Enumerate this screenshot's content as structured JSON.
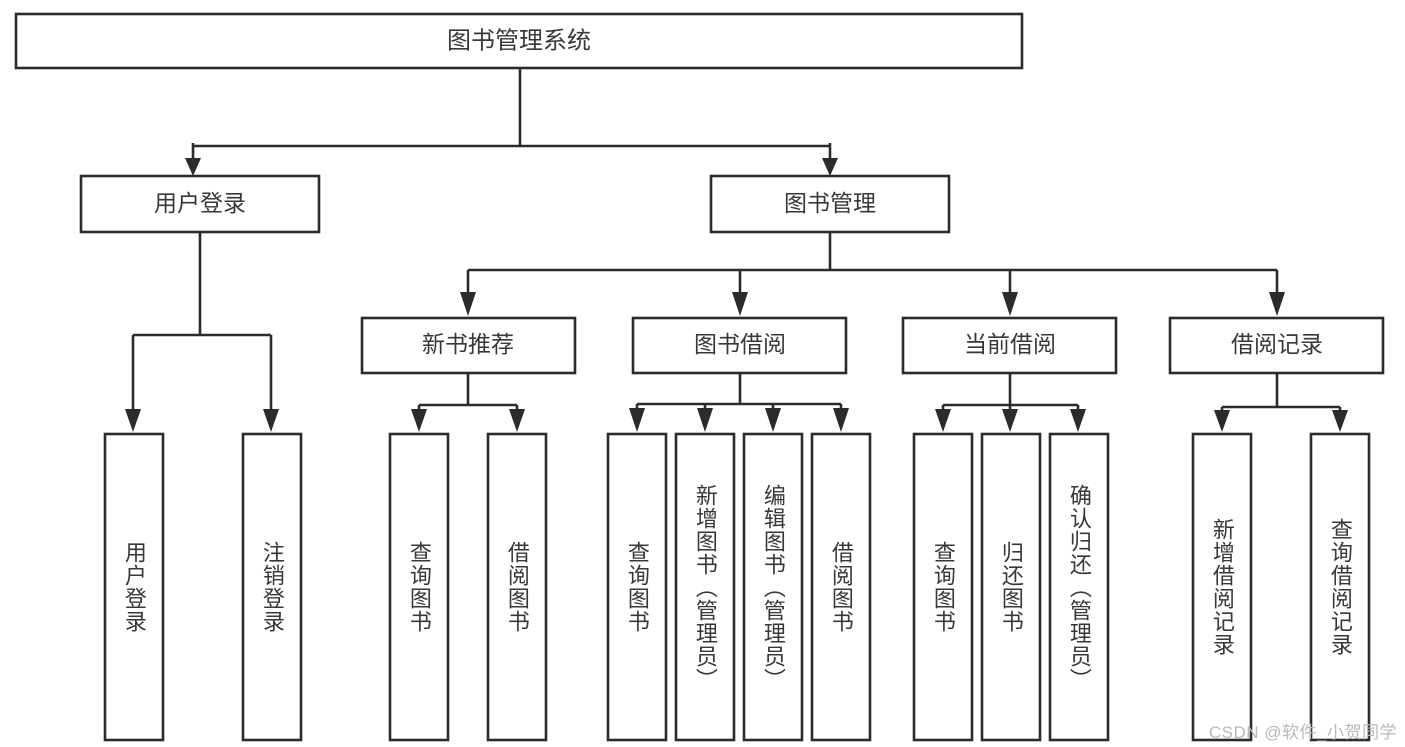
{
  "diagram": {
    "title": "图书管理系统",
    "type": "tree-hierarchy-diagram",
    "root": {
      "id": "root",
      "label": "图书管理系统"
    },
    "level2": [
      {
        "id": "user-login",
        "label": "用户登录"
      },
      {
        "id": "book-management",
        "label": "图书管理"
      }
    ],
    "level3": [
      {
        "id": "new-book-recommend",
        "label": "新书推荐",
        "parent": "book-management"
      },
      {
        "id": "book-borrow",
        "label": "图书借阅",
        "parent": "book-management"
      },
      {
        "id": "current-borrow",
        "label": "当前借阅",
        "parent": "book-management"
      },
      {
        "id": "borrow-record",
        "label": "借阅记录",
        "parent": "book-management"
      }
    ],
    "leaves": {
      "user_login": [
        {
          "id": "leaf-user-login",
          "label": "用户登录"
        },
        {
          "id": "leaf-user-logout",
          "label": "注销登录"
        }
      ],
      "new_book_recommend": [
        {
          "id": "leaf-query-book-1",
          "label": "查询图书"
        },
        {
          "id": "leaf-borrow-book-1",
          "label": "借阅图书"
        }
      ],
      "book_borrow": [
        {
          "id": "leaf-query-book-2",
          "label": "查询图书"
        },
        {
          "id": "leaf-add-book",
          "label": "新增图书（管理员）"
        },
        {
          "id": "leaf-edit-book",
          "label": "编辑图书（管理员）"
        },
        {
          "id": "leaf-borrow-book-2",
          "label": "借阅图书"
        }
      ],
      "current_borrow": [
        {
          "id": "leaf-query-book-3",
          "label": "查询图书"
        },
        {
          "id": "leaf-return-book",
          "label": "归还图书"
        },
        {
          "id": "leaf-confirm-return",
          "label": "确认归还（管理员）"
        }
      ],
      "borrow_record": [
        {
          "id": "leaf-add-record",
          "label": "新增借阅记录"
        },
        {
          "id": "leaf-query-record",
          "label": "查询借阅记录"
        }
      ]
    }
  },
  "watermark": {
    "text": "CSDN @软件_小贺同学"
  },
  "colors": {
    "background": "#ffffff",
    "box_fill": "#ffffff",
    "box_stroke": "#2b2b2b",
    "text": "#39373a",
    "watermark": "#b9b9b9"
  }
}
